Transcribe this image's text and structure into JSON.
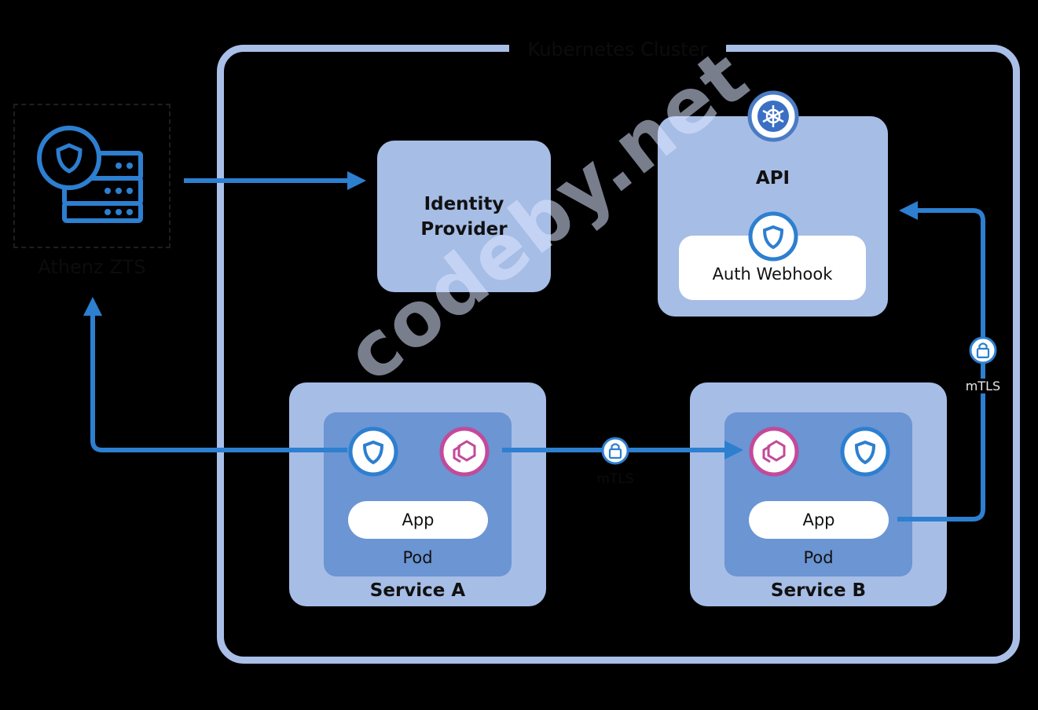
{
  "cluster": {
    "title": "Kubernetes Cluster"
  },
  "athenz": {
    "label": "Athenz ZTS"
  },
  "identity_provider": {
    "label": "Identity Provider"
  },
  "api": {
    "title": "API",
    "webhook_label": "Auth Webhook"
  },
  "service_a": {
    "label": "Service A",
    "app_label": "App",
    "pod_label": "Pod"
  },
  "service_b": {
    "label": "Service B",
    "app_label": "App",
    "pod_label": "Pod"
  },
  "edges": {
    "between_services": "mTLS",
    "to_api": "mTLS"
  },
  "watermark": "codeby.net",
  "colors": {
    "background": "#000000",
    "cluster_border": "#a9bfe8",
    "box_light": "#a6bde6",
    "pod": "#6b95d3",
    "arrow": "#2d7fd0",
    "icon_blue": "#2d7fd0",
    "icon_magenta": "#c24a9b"
  },
  "icons": [
    "athenz-server-icon",
    "shield-icon",
    "kubernetes-icon",
    "envoy-icon",
    "lock-icon"
  ]
}
